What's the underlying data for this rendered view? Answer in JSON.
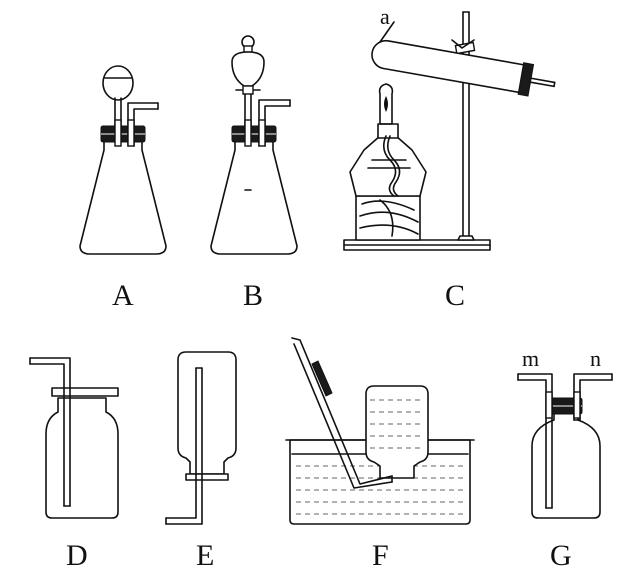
{
  "labels": {
    "A": "A",
    "B": "B",
    "C": "C",
    "D": "D",
    "E": "E",
    "F": "F",
    "G": "G",
    "a": "a",
    "m": "m",
    "n": "n"
  },
  "colors": {
    "ink": "#111111",
    "stopper": "#1a1a1a",
    "water": "#666666",
    "paper": "#ffffff"
  }
}
